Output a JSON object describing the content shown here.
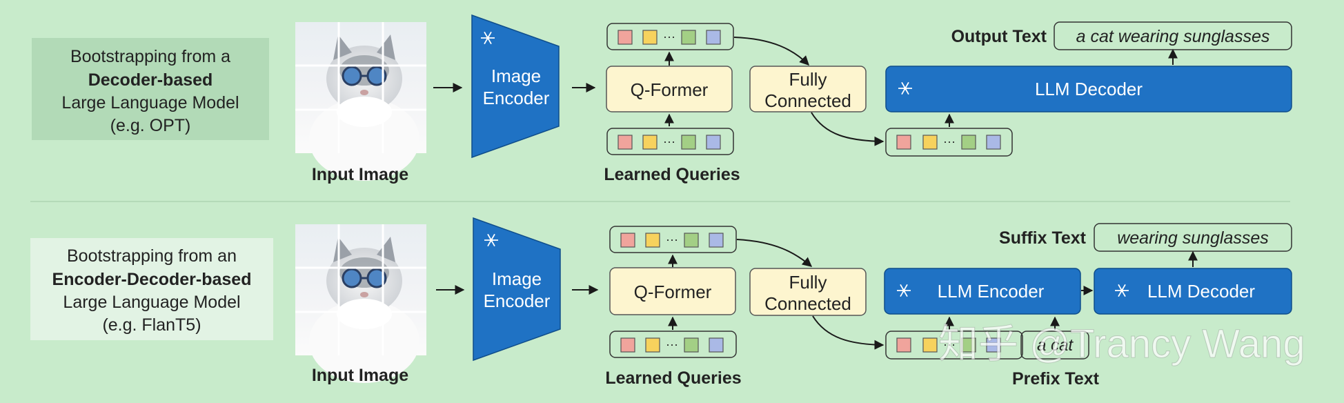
{
  "colors": {
    "background": "#c8ebcb",
    "encoder_blue": "#1f72c4",
    "encoder_stroke": "#0f4d8a",
    "cream": "#fdf5cf",
    "token_red": "#f0a49c",
    "token_yellow": "#f7d25d",
    "token_green": "#a3cf85",
    "token_blue": "#aab9e6",
    "text_dark": "#222222"
  },
  "top": {
    "description": [
      "Bootstrapping from a",
      "Decoder-based",
      "Large Language Model",
      "(e.g. OPT)"
    ],
    "input_image_label": "Input Image",
    "image_encoder_label": [
      "Image",
      "Encoder"
    ],
    "qformer_label": "Q-Former",
    "learned_queries_label": "Learned Queries",
    "fc_label": [
      "Fully",
      "Connected"
    ],
    "llm_decoder_label": "LLM Decoder",
    "output_text_label": "Output Text",
    "output_text_value": "a cat wearing sunglasses"
  },
  "bottom": {
    "description": [
      "Bootstrapping from an",
      "Encoder-Decoder-based",
      "Large Language Model",
      "(e.g. FlanT5)"
    ],
    "input_image_label": "Input Image",
    "image_encoder_label": [
      "Image",
      "Encoder"
    ],
    "qformer_label": "Q-Former",
    "learned_queries_label": "Learned Queries",
    "fc_label": [
      "Fully",
      "Connected"
    ],
    "llm_encoder_label": "LLM Encoder",
    "llm_decoder_label": "LLM Decoder",
    "suffix_text_label": "Suffix Text",
    "suffix_text_value": "wearing sunglasses",
    "prefix_text_label": "Prefix Text",
    "prefix_text_value": "a cat"
  },
  "watermark": "知乎 @Trancy Wang"
}
